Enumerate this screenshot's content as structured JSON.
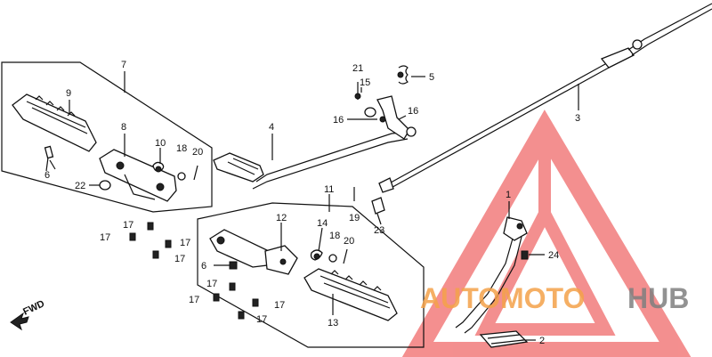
{
  "callouts": [
    "1",
    "2",
    "3",
    "4",
    "5",
    "6",
    "6",
    "7",
    "8",
    "9",
    "10",
    "11",
    "12",
    "13",
    "14",
    "15",
    "16",
    "16",
    "17",
    "17",
    "17",
    "17",
    "17",
    "17",
    "17",
    "17",
    "18",
    "18",
    "19",
    "20",
    "20",
    "21",
    "22",
    "23",
    "24"
  ],
  "fwd_label": "FWD",
  "watermark": {
    "part1": "AUTO",
    "part2": "MOTO",
    "part3": "HUB"
  },
  "colors": {
    "lines": "#111111",
    "watermark_triangle": "#f06a6a",
    "watermark_orange": "#f4a24a",
    "watermark_grey": "#7f7f7f"
  }
}
